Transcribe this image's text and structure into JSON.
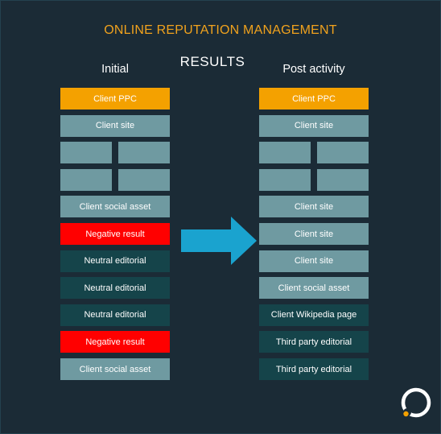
{
  "title": "ONLINE REPUTATION MANAGEMENT",
  "subtitle": "RESULTS",
  "colors": {
    "background": "#1b2b36",
    "title": "#f0a21d",
    "client_ppc": "#f4a100",
    "client_owned": "#6f9aa1",
    "negative": "#ff0000",
    "neutral": "#15444a",
    "arrow": "#1aa3cf",
    "logo_ring": "#ffffff",
    "logo_dot": "#f4a100"
  },
  "initial": {
    "heading": "Initial",
    "rows": [
      {
        "label": "Client PPC",
        "kind": "client_ppc"
      },
      {
        "label": "Client site",
        "kind": "client_owned"
      },
      {
        "label": "",
        "kind": "split"
      },
      {
        "label": "",
        "kind": "split"
      },
      {
        "label": "Client social asset",
        "kind": "client_owned"
      },
      {
        "label": "Negative result",
        "kind": "negative"
      },
      {
        "label": "Neutral editorial",
        "kind": "neutral"
      },
      {
        "label": "Neutral editorial",
        "kind": "neutral"
      },
      {
        "label": "Neutral editorial",
        "kind": "neutral"
      },
      {
        "label": "Negative result",
        "kind": "negative"
      },
      {
        "label": "Client social asset",
        "kind": "client_owned"
      }
    ]
  },
  "post": {
    "heading": "Post activity",
    "rows": [
      {
        "label": "Client PPC",
        "kind": "client_ppc"
      },
      {
        "label": "Client site",
        "kind": "client_owned"
      },
      {
        "label": "",
        "kind": "split"
      },
      {
        "label": "",
        "kind": "split"
      },
      {
        "label": "Client site",
        "kind": "client_owned"
      },
      {
        "label": "Client site",
        "kind": "client_owned"
      },
      {
        "label": "Client site",
        "kind": "client_owned"
      },
      {
        "label": "Client social asset",
        "kind": "client_owned"
      },
      {
        "label": "Client Wikipedia page",
        "kind": "neutral"
      },
      {
        "label": "Third party editorial",
        "kind": "neutral"
      },
      {
        "label": "Third party editorial",
        "kind": "neutral"
      }
    ]
  },
  "icons": {
    "arrow": "right-arrow-icon",
    "logo": "circle-logo-icon"
  }
}
